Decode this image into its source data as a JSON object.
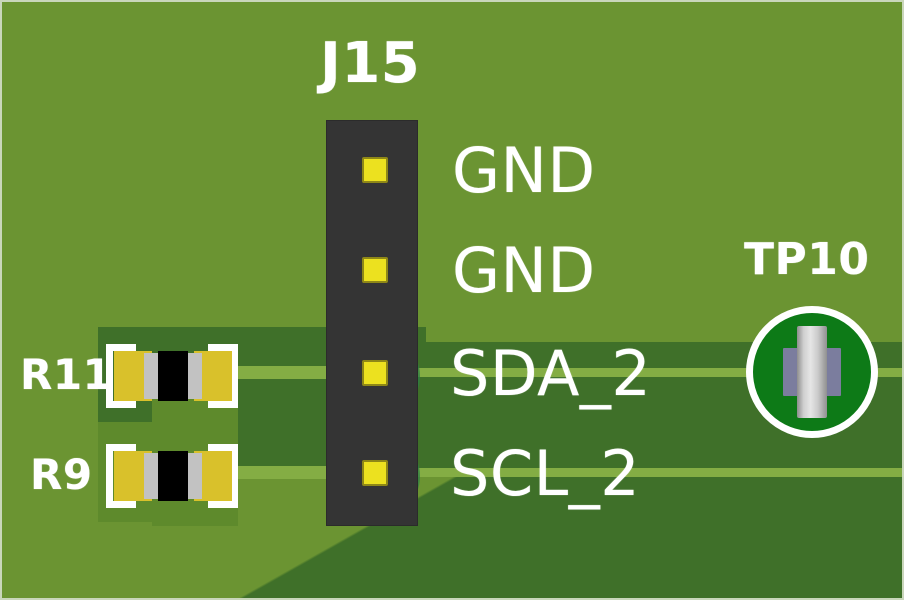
{
  "board": {
    "name": "pcb-closeup",
    "substrate_color": "#6b9432",
    "copper_pour_color": "#3f7029",
    "trace_color": "#84ad44",
    "silkscreen_color": "#ffffff"
  },
  "connector": {
    "designator": "J15",
    "body_color": "#343434",
    "pad_color": "#ece11f",
    "pin_count": 4,
    "pins": [
      {
        "number": 1,
        "label": "GND"
      },
      {
        "number": 2,
        "label": "GND"
      },
      {
        "number": 3,
        "label": "SDA_2"
      },
      {
        "number": 4,
        "label": "SCL_2"
      }
    ]
  },
  "resistors": [
    {
      "designator": "R11",
      "body_color": "#000000",
      "pad_color": "#d9c12b",
      "terminal_color": "#c2c2c2"
    },
    {
      "designator": "R9",
      "body_color": "#000000",
      "pad_color": "#d9c12b",
      "terminal_color": "#c2c2c2"
    }
  ],
  "test_points": [
    {
      "designator": "TP10",
      "pad_color": "#0d7a17",
      "ring_color": "#ffffff",
      "pin_color": "#cfcfcf"
    }
  ]
}
